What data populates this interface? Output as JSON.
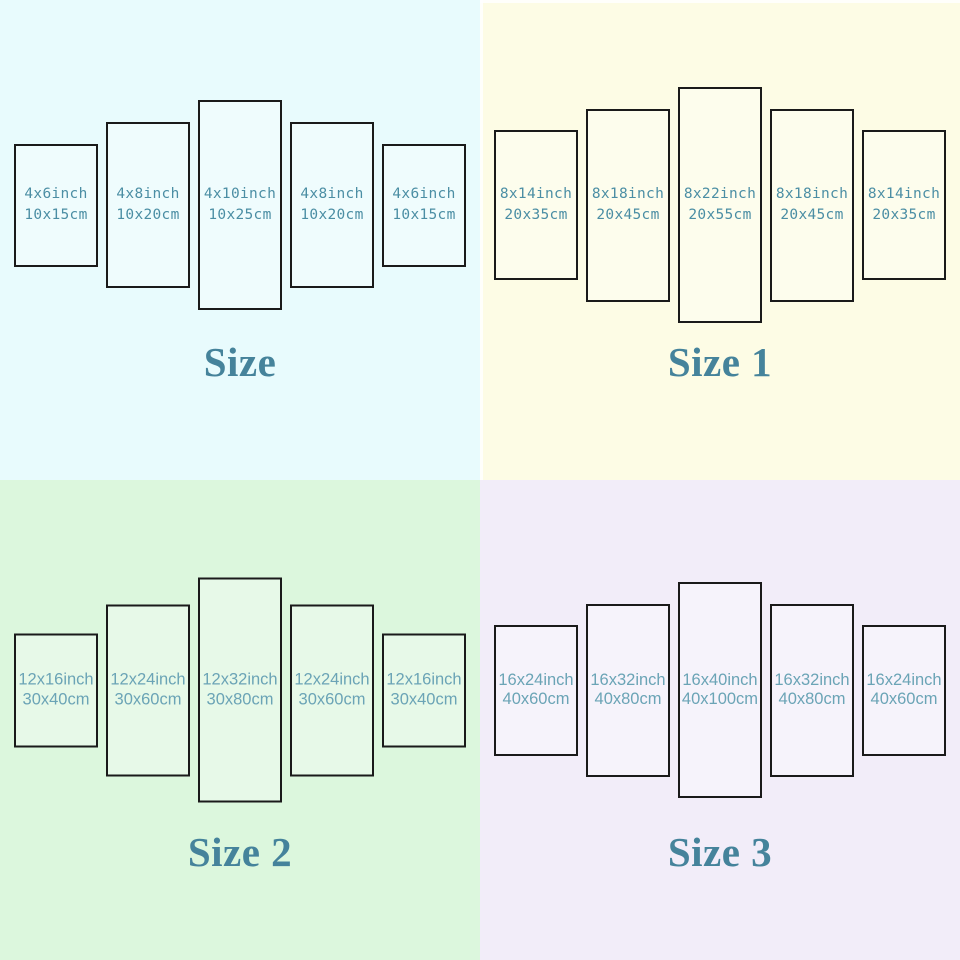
{
  "colors": {
    "background_size": "#e8fbfd",
    "background_size1": "#fdfce5",
    "background_size2": "#dcf7dd",
    "background_size3": "#f2edf9",
    "label_top_quadrants": "#4b8ea4",
    "label_bottom_quadrants": "#6ba4b6",
    "title_text": "#45839b",
    "panel_border": "#1a1a1a"
  },
  "quadrants": [
    {
      "title": "Size",
      "bg": "#e8fbfd",
      "panels": [
        {
          "inch": "4x6inch",
          "cm": "10x15cm"
        },
        {
          "inch": "4x8inch",
          "cm": "10x20cm"
        },
        {
          "inch": "4x10inch",
          "cm": "10x25cm"
        },
        {
          "inch": "4x8inch",
          "cm": "10x20cm"
        },
        {
          "inch": "4x6inch",
          "cm": "10x15cm"
        }
      ]
    },
    {
      "title": "Size 1",
      "bg": "#fdfce5",
      "panels": [
        {
          "inch": "8x14inch",
          "cm": "20x35cm"
        },
        {
          "inch": "8x18inch",
          "cm": "20x45cm"
        },
        {
          "inch": "8x22inch",
          "cm": "20x55cm"
        },
        {
          "inch": "8x18inch",
          "cm": "20x45cm"
        },
        {
          "inch": "8x14inch",
          "cm": "20x35cm"
        }
      ]
    },
    {
      "title": "Size 2",
      "bg": "#dcf7dd",
      "panels": [
        {
          "inch": "12x16inch",
          "cm": "30x40cm"
        },
        {
          "inch": "12x24inch",
          "cm": "30x60cm"
        },
        {
          "inch": "12x32inch",
          "cm": "30x80cm"
        },
        {
          "inch": "12x24inch",
          "cm": "30x60cm"
        },
        {
          "inch": "12x16inch",
          "cm": "30x40cm"
        }
      ]
    },
    {
      "title": "Size 3",
      "bg": "#f2edf9",
      "panels": [
        {
          "inch": "16x24inch",
          "cm": "40x60cm"
        },
        {
          "inch": "16x32inch",
          "cm": "40x80cm"
        },
        {
          "inch": "16x40inch",
          "cm": "40x100cm"
        },
        {
          "inch": "16x32inch",
          "cm": "40x80cm"
        },
        {
          "inch": "16x24inch",
          "cm": "40x60cm"
        }
      ]
    }
  ]
}
